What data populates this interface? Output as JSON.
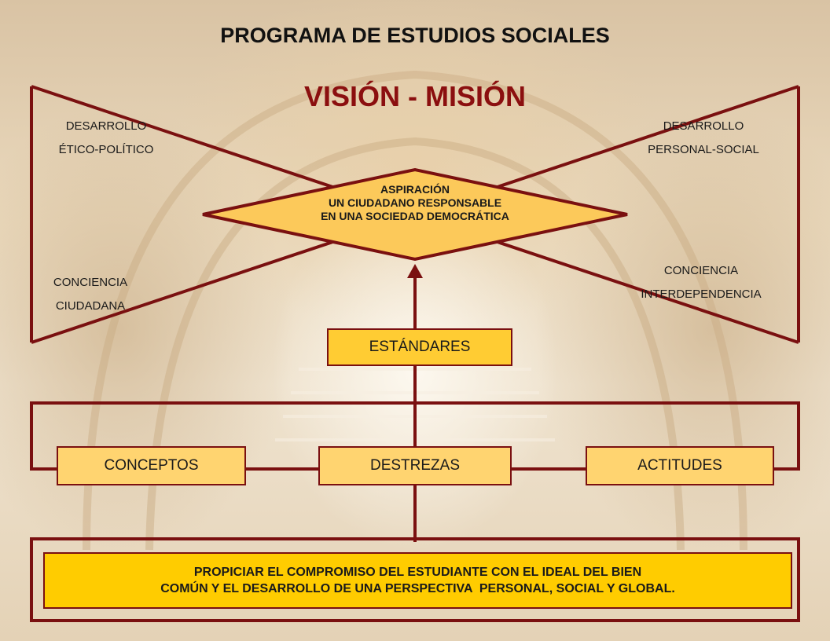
{
  "title": "PROGRAMA DE ESTUDIOS SOCIALES",
  "subtitle": "VISIÓN - MISIÓN",
  "corners": {
    "top_left": [
      "DESARROLLO",
      "ÉTICO-POLÍTICO"
    ],
    "top_right": [
      "DESARROLLO",
      "PERSONAL-SOCIAL"
    ],
    "bottom_left": [
      "CONCIENCIA",
      "CIUDADANA"
    ],
    "bottom_right": [
      "CONCIENCIA",
      "INTERDEPENDENCIA"
    ]
  },
  "aspiration": [
    "ASPIRACIÓN",
    "UN CIUDADANO RESPONSABLE",
    "EN UNA SOCIEDAD DEMOCRÁTICA"
  ],
  "standards": "ESTÁNDARES",
  "components": {
    "concepts": "CONCEPTOS",
    "skills": "DESTREZAS",
    "attitudes": "ACTITUDES"
  },
  "goal": [
    "PROPICIAR EL COMPROMISO DEL ESTUDIANTE CON EL IDEAL DEL BIEN",
    "COMÚN Y EL DESARROLLO DE UNA PERSPECTIVA  PERSONAL, SOCIAL Y GLOBAL."
  ],
  "colors": {
    "frame": "#7a1010",
    "box_fill": "#ffcc33",
    "diamond_fill": "#fcc95a",
    "vision_text": "#8b0f0f"
  }
}
